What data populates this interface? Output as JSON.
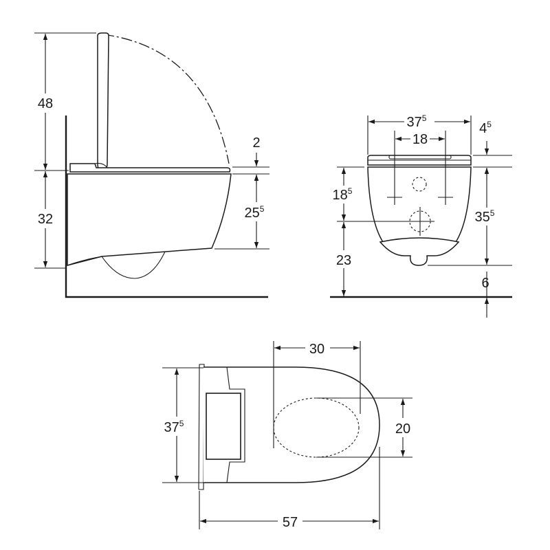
{
  "side_view": {
    "dims": {
      "lid_height": {
        "main": "48",
        "sup": ""
      },
      "bowl_height": {
        "main": "32",
        "sup": ""
      },
      "seat_thickness": {
        "main": "2",
        "sup": ""
      },
      "rim_height": {
        "main": "25",
        "sup": "5"
      }
    }
  },
  "front_view": {
    "dims": {
      "width": {
        "main": "37",
        "sup": "5"
      },
      "bolt_spacing": {
        "main": "18",
        "sup": ""
      },
      "seat_offset": {
        "main": "4",
        "sup": "5"
      },
      "bolt_to_drain": {
        "main": "18",
        "sup": "5"
      },
      "drain_height": {
        "main": "23",
        "sup": ""
      },
      "front_height": {
        "main": "35",
        "sup": "5"
      },
      "floor_gap": {
        "main": "6",
        "sup": ""
      }
    }
  },
  "top_view": {
    "dims": {
      "bowl_length": {
        "main": "30",
        "sup": ""
      },
      "width": {
        "main": "37",
        "sup": "5"
      },
      "opening_width": {
        "main": "20",
        "sup": ""
      },
      "total_length": {
        "main": "57",
        "sup": ""
      }
    }
  }
}
